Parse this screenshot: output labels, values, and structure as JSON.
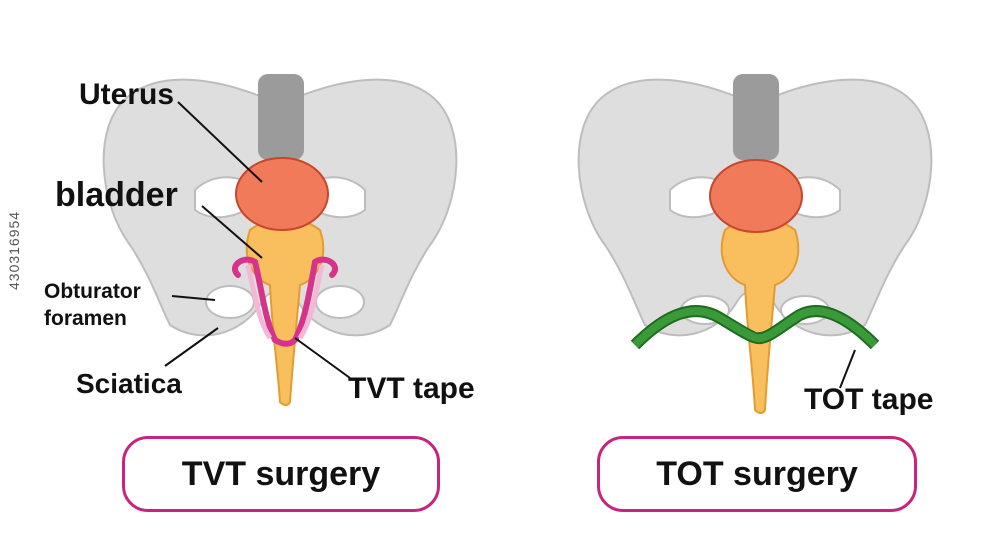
{
  "left_diagram": {
    "labels": {
      "uterus": "Uterus",
      "bladder": "bladder",
      "obturator_line1": "Obturator",
      "obturator_line2": "foramen",
      "sciatica": "Sciatica",
      "tape": "TVT tape"
    },
    "caption": "TVT surgery"
  },
  "right_diagram": {
    "labels": {
      "tape": "TOT tape"
    },
    "caption": "TOT surgery"
  },
  "stock_id": "430316954",
  "colors": {
    "pelvis": "#dedede",
    "pelvis_stroke": "#bdbdbd",
    "spine": "#9b9b9b",
    "uterus": "#f07a5a",
    "bladder": "#f9bf5e",
    "tvt_tape": "#d6338a",
    "tot_tape": "#2f8a2f",
    "caption_border": "#c8237d"
  }
}
